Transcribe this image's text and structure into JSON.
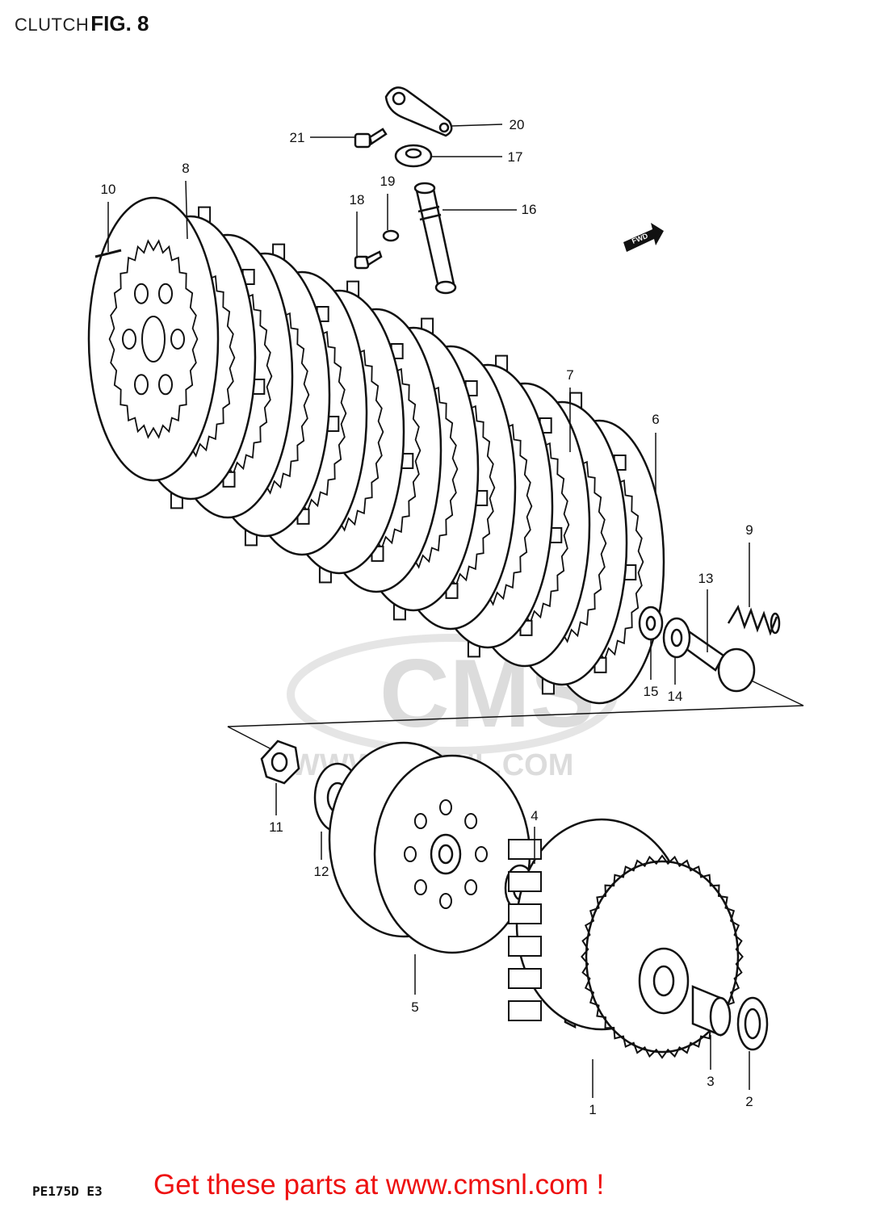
{
  "header": {
    "section": "CLUTCH",
    "figure": "FIG. 8"
  },
  "watermark": {
    "brand": "CMS",
    "url": "WWW.CMSNL.COM"
  },
  "direction_marker": "FWD",
  "footer": {
    "model": "PE175D E3",
    "promo": "Get these parts at www.cmsnl.com !"
  },
  "callouts": [
    "1",
    "2",
    "3",
    "4",
    "5",
    "6",
    "7",
    "8",
    "9",
    "10",
    "11",
    "12",
    "13",
    "14",
    "15",
    "16",
    "17",
    "18",
    "19",
    "20",
    "21"
  ],
  "colors": {
    "promo": "#ee1111",
    "line": "#111111",
    "watermark": "#d9d9d9"
  }
}
